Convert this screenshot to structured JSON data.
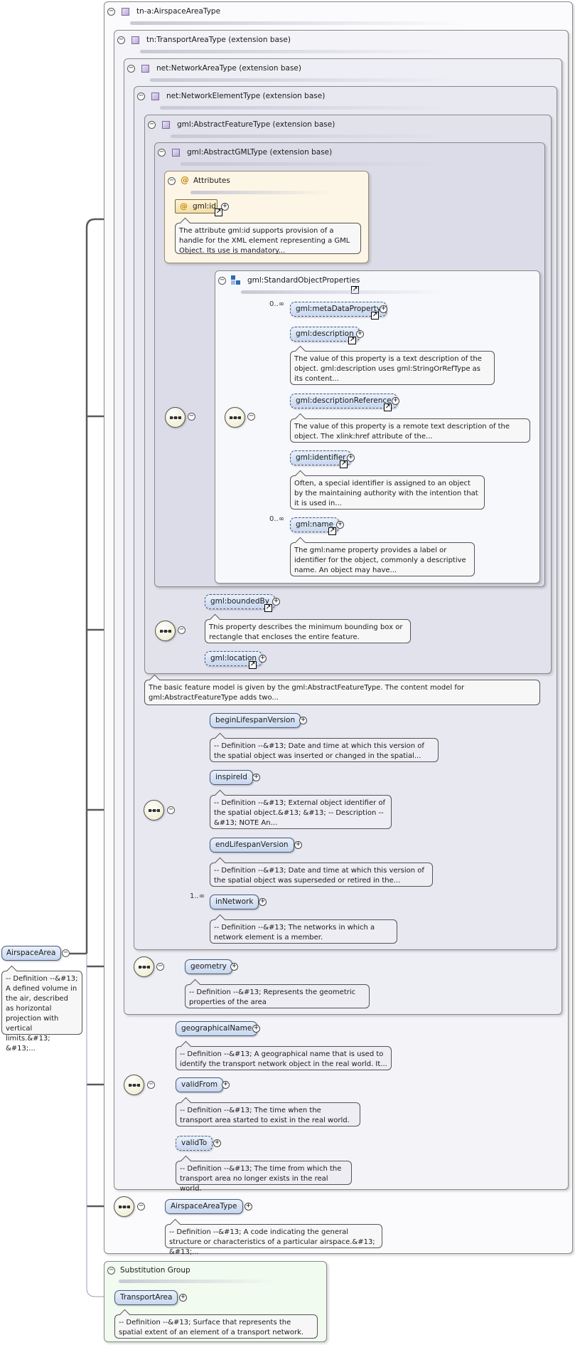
{
  "root_element": {
    "name": "AirspaceArea",
    "doc": "-- Definition --&#13; A defined volume in the air, described as horizontal projection with vertical limits.&#13; &#13;..."
  },
  "types": {
    "airspace_area_type": "tn-a:AirspaceAreaType",
    "transport_area_type": "tn:TransportAreaType (extension base)",
    "network_area_type": "net:NetworkAreaType (extension base)",
    "network_element_type": "net:NetworkElementType (extension base)",
    "abstract_feature_type": "gml:AbstractFeatureType (extension base)",
    "abstract_gml_type": "gml:AbstractGMLType (extension base)"
  },
  "attributes": {
    "title": "Attributes",
    "id_name": "gml:id",
    "id_doc": "The attribute gml:id supports provision of a handle for the XML element representing a GML Object. Its use is mandatory..."
  },
  "standard_object_properties": {
    "title": "gml:StandardObjectProperties",
    "items": [
      {
        "name": "gml:metaDataProperty",
        "multiplicity": "0..∞",
        "doc": ""
      },
      {
        "name": "gml:description",
        "multiplicity": "",
        "doc": "The value of this property is a text description of the object. gml:description uses gml:StringOrRefType as its content..."
      },
      {
        "name": "gml:descriptionReference",
        "multiplicity": "",
        "doc": "The value of this property is a remote text description of the object. The xlink:href attribute of the..."
      },
      {
        "name": "gml:identifier",
        "multiplicity": "",
        "doc": "Often, a special identifier is assigned to an object by the maintaining authority with the intention that it is used in..."
      },
      {
        "name": "gml:name",
        "multiplicity": "0..∞",
        "doc": "The gml:name property provides a label or identifier for the object, commonly a descriptive name. An object may have..."
      }
    ]
  },
  "feature_properties": [
    {
      "name": "gml:boundedBy",
      "doc": "This property describes the minimum bounding box or rectangle that encloses the entire feature."
    },
    {
      "name": "gml:location",
      "doc": ""
    }
  ],
  "abstract_feature_doc": "The basic feature model is given by the gml:AbstractFeatureType. The content model for gml:AbstractFeatureType adds two...",
  "network_element_properties": [
    {
      "name": "beginLifespanVersion",
      "multiplicity": "",
      "doc": "-- Definition --&#13; Date and time at which this version of the spatial object was inserted or changed in the spatial..."
    },
    {
      "name": "inspireId",
      "multiplicity": "",
      "doc": "-- Definition --&#13; External object identifier of the spatial object.&#13; &#13; -- Description --&#13; NOTE An..."
    },
    {
      "name": "endLifespanVersion",
      "multiplicity": "",
      "doc": "-- Definition --&#13; Date and time at which this version of the spatial object was superseded or retired in the..."
    },
    {
      "name": "inNetwork",
      "multiplicity": "1..∞",
      "doc": "-- Definition --&#13; The networks in which a network element is a member."
    }
  ],
  "network_area_properties": [
    {
      "name": "geometry",
      "doc": "-- Definition --&#13; Represents the geometric properties of the area"
    }
  ],
  "transport_area_properties": [
    {
      "name": "geographicalName",
      "doc": "-- Definition --&#13; A geographical name that is used to identify the transport network object in the real world. It..."
    },
    {
      "name": "validFrom",
      "doc": "-- Definition --&#13; The time when the transport area started to exist in the real world."
    },
    {
      "name": "validTo",
      "doc": "-- Definition --&#13; The time from which the transport area no longer exists in the real world."
    }
  ],
  "airspace_area_properties": [
    {
      "name": "AirspaceAreaType",
      "doc": "-- Definition --&#13; A code indicating the general structure or characteristics of a particular airspace.&#13; &#13;..."
    }
  ],
  "substitution_group": {
    "title": "Substitution Group",
    "element": "TransportArea",
    "doc": "-- Definition --&#13; Surface that represents the spatial extent of an element of a transport network."
  },
  "colors": {
    "element_fill_top": "#eaf1fc",
    "element_fill_bottom": "#c7d6ee",
    "element_border": "#4a5b78",
    "attributes_fill": "#fdf6e6",
    "substitution_fill": "#f1fbef",
    "wire": "#555555"
  }
}
